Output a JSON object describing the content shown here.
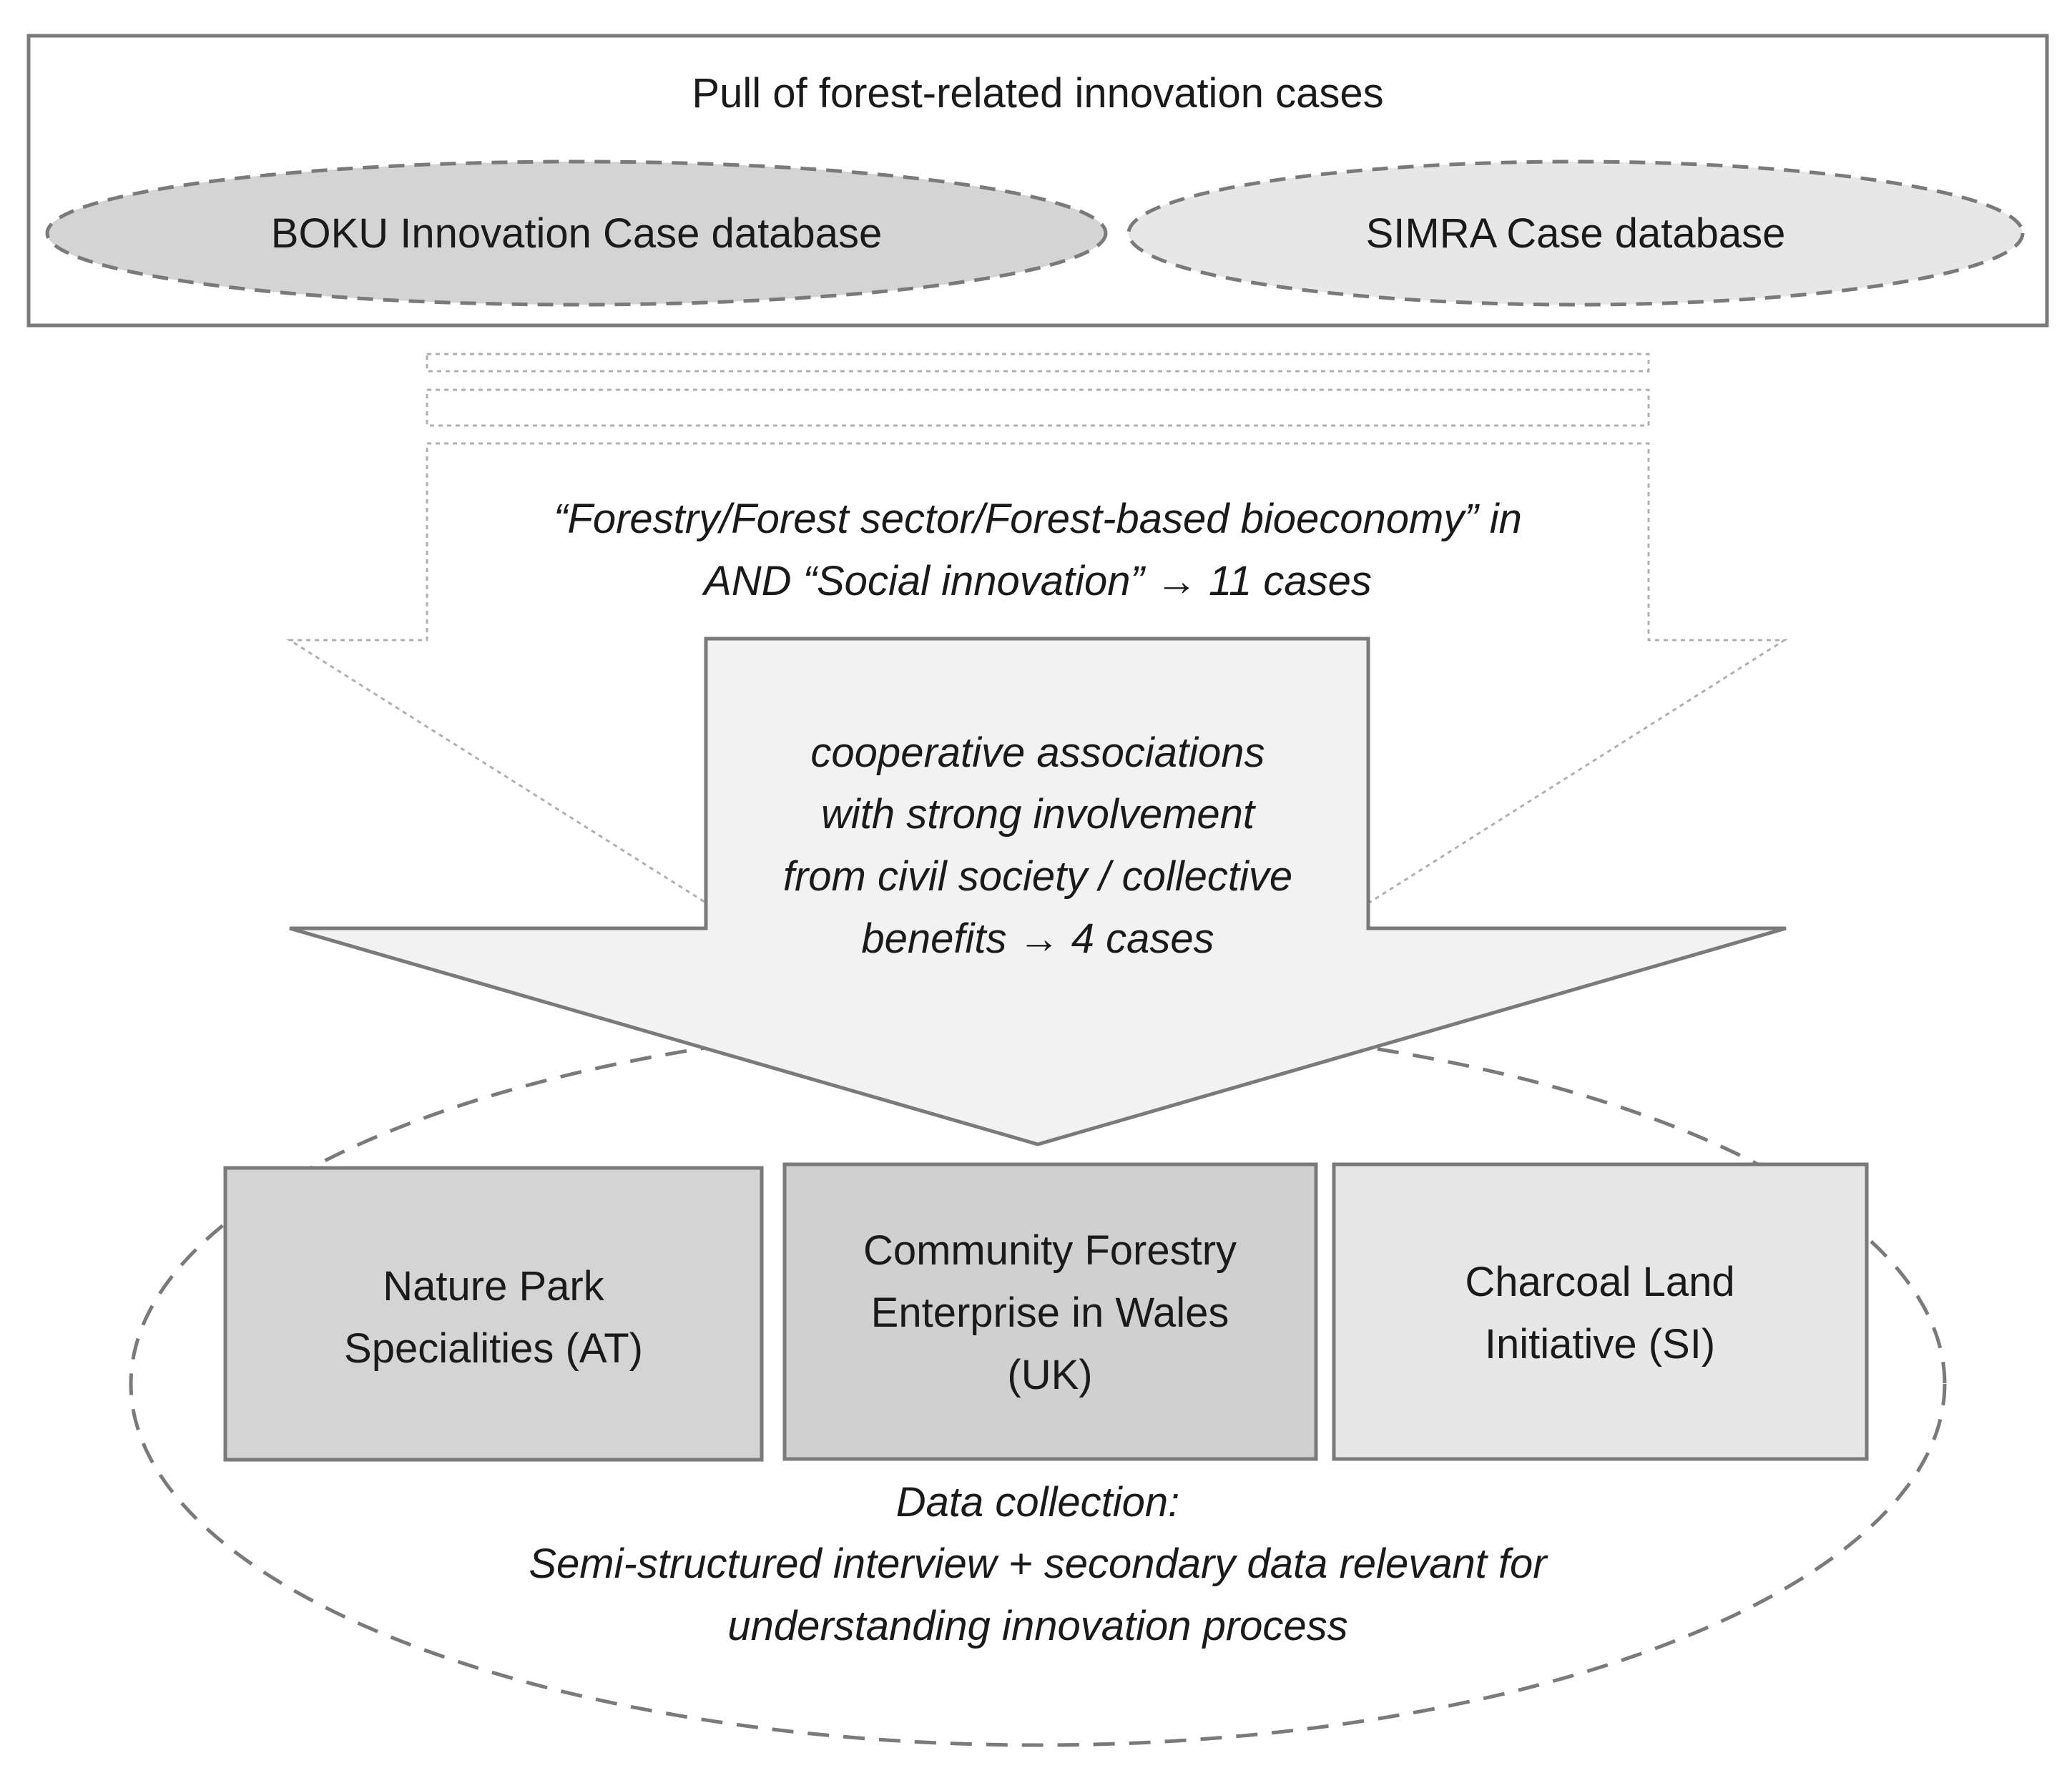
{
  "top_box": {
    "title": "Pull of forest-related  innovation cases",
    "databases": [
      {
        "label": "BOKU Innovation Case database",
        "color": "#d4d4d4"
      },
      {
        "label": "SIMRA Case database",
        "color": "#e7e7e7"
      }
    ]
  },
  "filter_1": {
    "lines": [
      "“Forestry/Forest  sector/Forest-based  bioeconomy”  in",
      "AND  “Social innovation” → 11 cases"
    ]
  },
  "filter_2": {
    "lines": [
      "cooperative associations",
      "with strong involvement",
      "from civil society / collective",
      "benefits → 4 cases"
    ]
  },
  "cases": [
    {
      "lines": [
        "Nature Park",
        "Specialities (AT)"
      ],
      "color": "#d4d4d4"
    },
    {
      "lines": [
        "Community Forestry",
        "Enterprise  in Wales",
        "(UK)"
      ],
      "color": "#d0d0d0"
    },
    {
      "lines": [
        "Charcoal  Land",
        "Initiative (SI)"
      ],
      "color": "#e7e7e7"
    }
  ],
  "data_collection": {
    "lines": [
      "Data collection:",
      "Semi-structured  interview + secondary data relevant  for",
      "understanding  innovation process"
    ]
  },
  "colors": {
    "stroke": "#7a7a7a",
    "arrow_fill": "#f2f2f2",
    "text": "#1a1a1a"
  }
}
